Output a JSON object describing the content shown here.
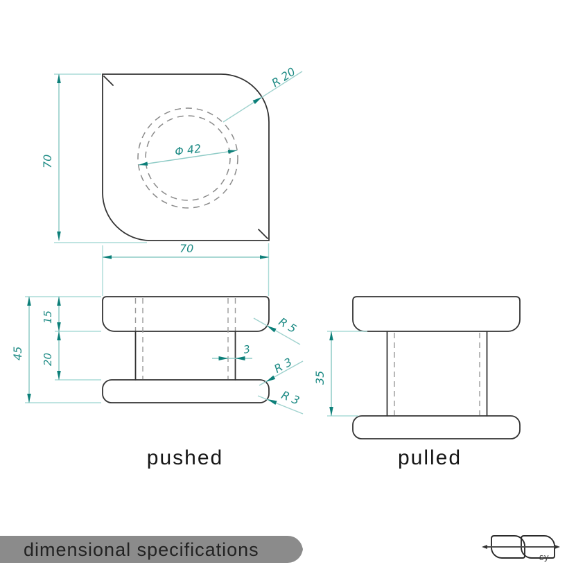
{
  "title_bar": {
    "label": "dimensional specifications"
  },
  "logo": {
    "label": "sy"
  },
  "views": {
    "top": {
      "width": "70",
      "height": "70",
      "corner_radius": "R 20",
      "bore_diameter": "Φ 42"
    },
    "pushed": {
      "label": "pushed",
      "total_height": "45",
      "cap_height": "15",
      "gap_height": "20",
      "wall_thickness": "3",
      "cap_corner_radius": "R 5",
      "base_top_radius": "R 3",
      "base_bottom_radius": "R 3"
    },
    "pulled": {
      "label": "pulled",
      "stem_height": "35"
    }
  },
  "colors": {
    "dimension_line": "#8ecbc6",
    "extension_line": "#aadbd7",
    "arrow": "#0c7f79",
    "dimension_text": "#1e8b85",
    "outline": "#333333",
    "hidden_line": "#9a9a9a",
    "bar_background": "#8b8b8b",
    "bar_text": "#222222"
  }
}
